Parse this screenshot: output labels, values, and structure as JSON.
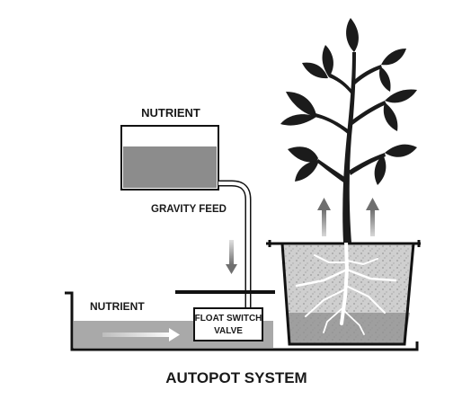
{
  "labels": {
    "nutrient_reservoir": "NUTRIENT",
    "gravity_feed": "GRAVITY FEED",
    "nutrient_tray": "NUTRIENT",
    "float_switch_line1": "FLOAT SWITCH",
    "float_switch_line2": "VALVE",
    "system_title": "AUTOPOT SYSTEM"
  },
  "colors": {
    "outline": "#111111",
    "nutrient_liquid": "#8c8c8c",
    "tray_liquid": "#a9a9a9",
    "soil": "#c8c8c8",
    "plant": "#1b1b1b",
    "roots": "#ffffff",
    "arrow": "#8a8a8a"
  },
  "icons": [
    "plant-icon",
    "arrow-up-icon",
    "arrow-down-icon",
    "arrow-right-icon"
  ]
}
